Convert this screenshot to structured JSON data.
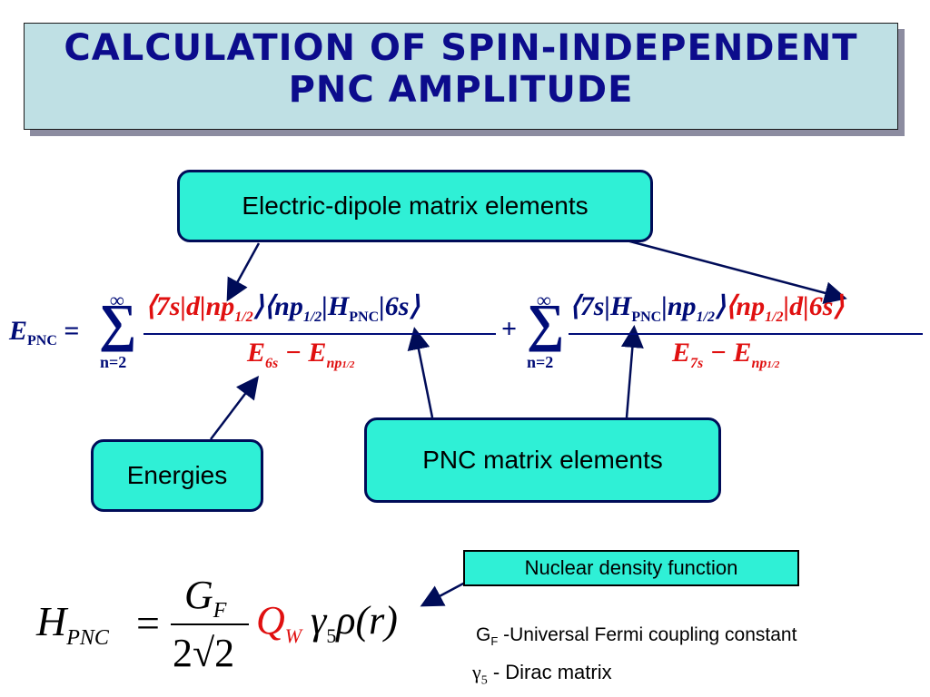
{
  "title": "Calculation of spin-independent PNC amplitude",
  "callouts": {
    "dipole": "Electric-dipole matrix elements",
    "energies": "Energies",
    "pnc": "PNC matrix elements",
    "density": "Nuclear density function"
  },
  "equation": {
    "lhs_main": "E",
    "lhs_sub": "PNC",
    "equals": "=",
    "sum_symbol": "∑",
    "sum_upper": "∞",
    "sum_lower": "n=2",
    "plus": "+",
    "term1_num_red": "⟨7s|d|np",
    "term1_num_red_sub": "1/2",
    "term1_num_blue": "⟩⟨np",
    "term1_num_blue_sub": "1/2",
    "term1_num_blue2": "|H",
    "term1_num_blue2_sub": "PNC",
    "term1_num_blue3": "|6s⟩",
    "term1_den": "E",
    "term1_den_sub1": "6s",
    "term1_den_minus": " − E",
    "term1_den_sub2": "np",
    "term1_den_sub2b": "1/2",
    "term2_num_blue": "⟨7s|H",
    "term2_num_blue_sub": "PNC",
    "term2_num_blue2": "|np",
    "term2_num_blue2_sub": "1/2",
    "term2_num_blue3": "⟩",
    "term2_num_red": "⟨np",
    "term2_num_red_sub": "1/2",
    "term2_num_red2": "|d|6s⟩",
    "term2_den": "E",
    "term2_den_sub1": "7s",
    "term2_den_minus": " − E",
    "term2_den_sub2": "np",
    "term2_den_sub2b": "1/2"
  },
  "h_equation": {
    "H": "H",
    "H_sub": "PNC",
    "equals": "=",
    "G": "G",
    "G_sub": "F",
    "denom": "2√2",
    "Q": "Q",
    "Q_sub": "W",
    "gamma": "γ",
    "gamma_sub": "5",
    "rho": "ρ(r)"
  },
  "legend": {
    "gf_symbol": "G",
    "gf_sub": "F",
    "gf_text": " -Universal Fermi coupling constant",
    "gamma_symbol": "γ",
    "gamma_sub": "5",
    "gamma_text": " - Dirac matrix"
  },
  "colors": {
    "title_bg": "#bfe0e4",
    "title_text": "#0c0c8c",
    "callout_bg": "#2ff0d6",
    "equation_blue": "#000c78",
    "equation_red": "#e01010"
  }
}
